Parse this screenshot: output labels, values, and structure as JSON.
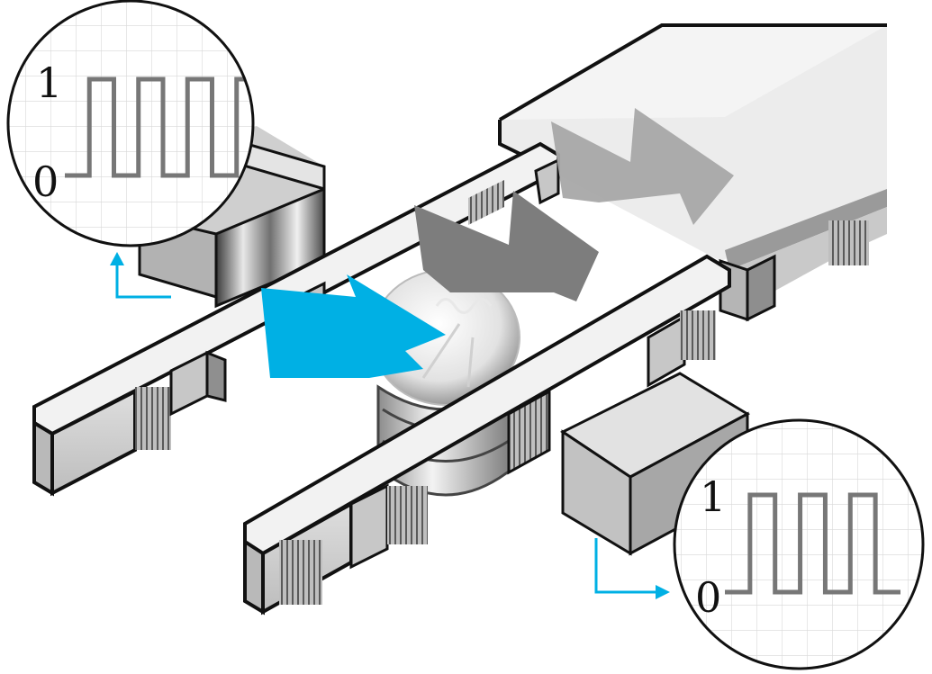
{
  "colors": {
    "accent": "#00b0e4",
    "dark_arrow": "#7d7d7d",
    "back_arrow": "#a6a6a6",
    "signal": "#777777",
    "grid": "#d8d8d8",
    "outline": "#111111"
  },
  "scope_top": {
    "label_high": "1",
    "label_low": "0",
    "waveform": [
      0,
      1,
      0,
      1,
      0,
      1,
      0,
      1
    ]
  },
  "scope_bottom": {
    "label_high": "1",
    "label_low": "0",
    "waveform": [
      0,
      1,
      0,
      1,
      0,
      1,
      0
    ]
  }
}
